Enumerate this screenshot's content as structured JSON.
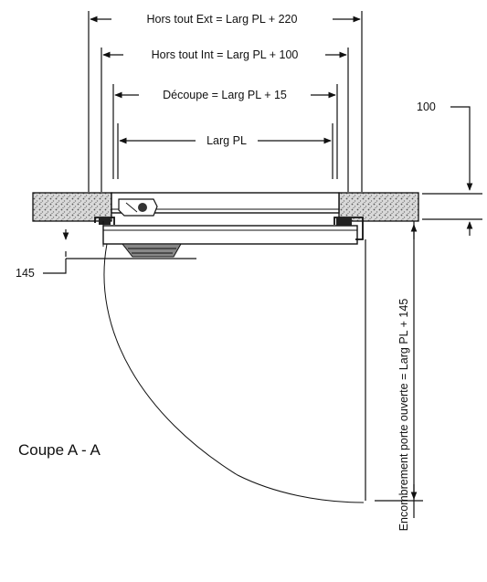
{
  "dimensions": {
    "hors_tout_ext": "Hors tout Ext = Larg PL + 220",
    "hors_tout_int": "Hors tout Int = Larg PL + 100",
    "decoupe": "Découpe = Larg PL + 15",
    "larg_pl": "Larg PL",
    "depth_100": "100",
    "offset_145": "145",
    "encombrement": "Encombrement porte ouverte = Larg PL + 145"
  },
  "section_label": "Coupe A - A",
  "colors": {
    "line": "#111111",
    "hatch_fill": "#e6e6e6"
  }
}
